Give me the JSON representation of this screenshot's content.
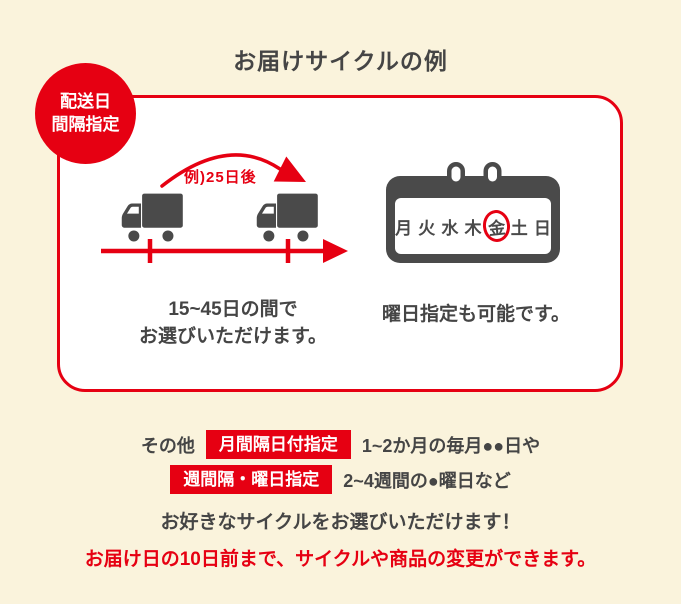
{
  "colors": {
    "background": "#FAF3DC",
    "accent_red": "#E60012",
    "text_dark": "#454545",
    "icon_gray": "#4A4A4A",
    "white": "#FFFFFF"
  },
  "title": "お届けサイクルの例",
  "circle_badge": {
    "line1": "配送日",
    "line2": "間隔指定"
  },
  "diagram": {
    "arc_label": "例)25日後",
    "left_caption_line1": "15~45日の間で",
    "left_caption_line2": "お選びいただけます。",
    "calendar_days": [
      "月",
      "火",
      "水",
      "木",
      "金",
      "土",
      "日"
    ],
    "circled_day": "金",
    "right_caption": "曜日指定も可能です。"
  },
  "footer": {
    "other_label": "その他",
    "badge_monthly": "月間隔日付指定",
    "monthly_text": "1~2か月の毎月●●日や",
    "badge_weekly": "週間隔・曜日指定",
    "weekly_text": "2~4週間の●曜日など",
    "choose_text": "お好きなサイクルをお選びいただけます！",
    "notice_text": "お届け日の10日前まで、サイクルや商品の変更ができます。"
  },
  "icons": {
    "truck": "truck-icon",
    "calendar": "calendar-icon",
    "curved_arrow": "curved-arrow-icon",
    "timeline_arrow": "timeline-arrow-icon",
    "circle_badge": "delivery-interval-badge"
  }
}
